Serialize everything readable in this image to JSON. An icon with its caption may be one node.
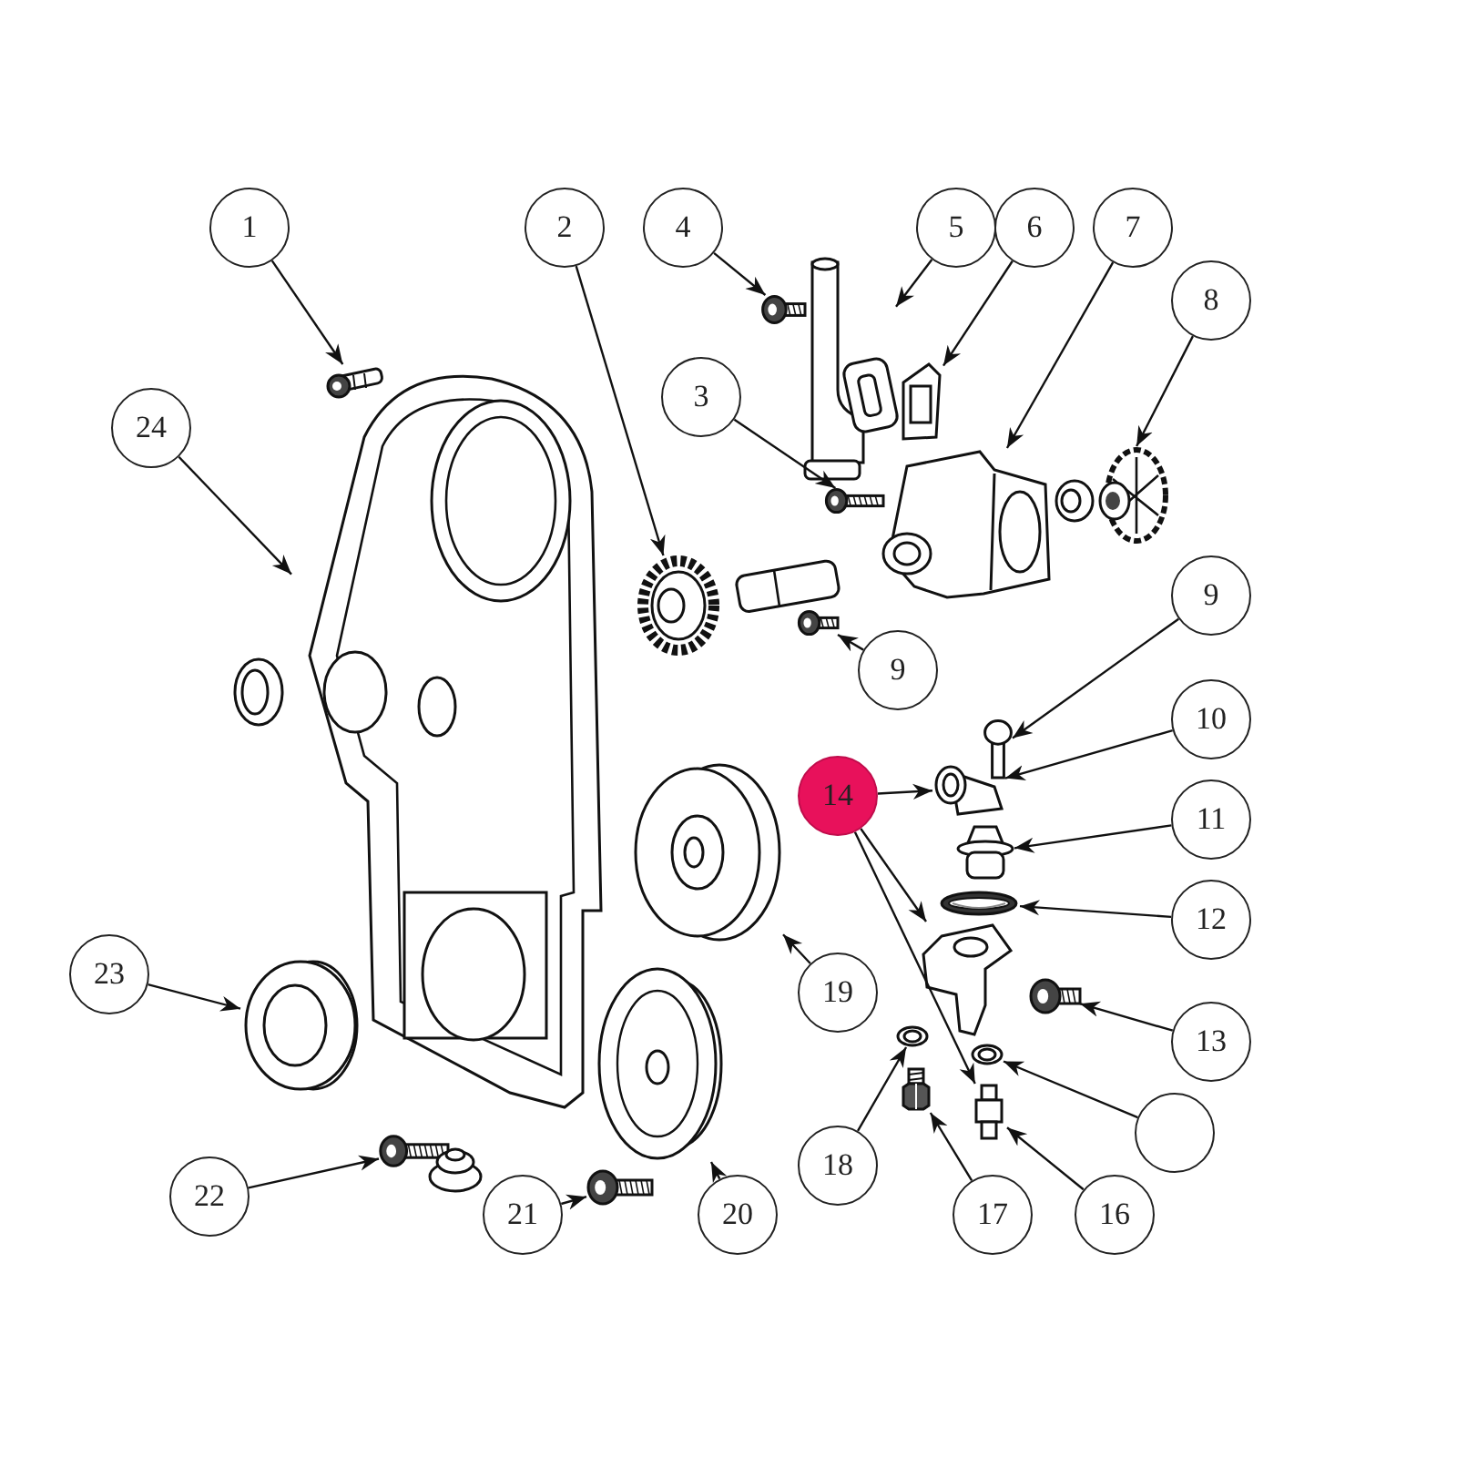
{
  "diagram": {
    "nodes": [
      {
        "text": [
          "1"
        ]
      },
      {
        "text": [
          "2"
        ]
      },
      {
        "text": [
          "4"
        ]
      },
      {
        "text": [
          "5"
        ]
      },
      {
        "text": [
          "6"
        ]
      },
      {
        "text": [
          "7"
        ]
      },
      {
        "text": [
          "8"
        ]
      },
      {
        "text": [
          "3"
        ]
      },
      {
        "text": [
          "24"
        ]
      },
      {
        "text": [
          "9"
        ]
      },
      {
        "text": [
          "9"
        ]
      },
      {
        "text": [
          "10"
        ]
      },
      {
        "text": [
          "11"
        ]
      },
      {
        "text": [
          "12"
        ]
      },
      {
        "text": [
          "13"
        ]
      },
      {
        "text": [
          "14"
        ]
      },
      {
        "text": [
          "19"
        ]
      },
      {
        "text": [
          "23"
        ]
      },
      {
        "text": [
          "22"
        ]
      },
      {
        "text": [
          "21"
        ]
      },
      {
        "text": [
          "20"
        ]
      },
      {
        "text": [
          "18"
        ]
      },
      {
        "text": [
          "17"
        ]
      },
      {
        "text": [
          "16"
        ]
      },
      {
        "text": [],
        "shape": "circle"
      },
      {
        "text": [],
        "shape": "picture"
      },
      {
        "text": [],
        "shape": "picture"
      },
      {
        "text": [],
        "shape": "picture"
      },
      {
        "text": [],
        "shape": "picture"
      },
      {
        "text": [],
        "shape": "picture"
      },
      {
        "text": [],
        "shape": "picture"
      },
      {
        "text": [],
        "shape": "picture"
      },
      {
        "text": [],
        "shape": "picture"
      },
      {
        "text": [],
        "shape": "picture"
      },
      {
        "text": [],
        "shape": "picture"
      },
      {
        "text": [],
        "shape": "picture"
      },
      {
        "text": [],
        "shape": "picture"
      },
      {
        "text": [],
        "shape": "picture"
      },
      {
        "text": [],
        "shape": "picture"
      },
      {
        "text": [],
        "shape": "picture"
      },
      {
        "text": [],
        "shape": "picture"
      },
      {
        "text": [],
        "shape": "picture"
      },
      {
        "text": [],
        "shape": "picture"
      },
      {
        "text": [],
        "shape": "picture"
      },
      {
        "text": [],
        "shape": "picture"
      },
      {
        "text": [],
        "shape": "picture"
      },
      {
        "text": [],
        "shape": "picture"
      },
      {
        "text": [],
        "shape": "picture"
      },
      {
        "text": [],
        "shape": "picture"
      },
      {
        "text": [],
        "shape": "picture"
      }
    ],
    "edges": [
      {
        "from": 0,
        "to": 25,
        "arrow": "to"
      },
      {
        "from": 1,
        "to": 26,
        "arrow": "to"
      },
      {
        "from": 2,
        "to": 27,
        "arrow": "to"
      },
      {
        "from": 3,
        "to": 28,
        "arrow": "to"
      },
      {
        "from": 4,
        "to": 29,
        "arrow": "to"
      },
      {
        "from": 5,
        "to": 30,
        "arrow": "to"
      },
      {
        "from": 6,
        "to": 31,
        "arrow": "to"
      },
      {
        "from": 7,
        "to": 32,
        "arrow": "to"
      },
      {
        "from": 8,
        "to": 33,
        "arrow": "to"
      },
      {
        "from": 9,
        "to": 34,
        "arrow": "to"
      },
      {
        "from": 10,
        "to": 35,
        "arrow": "to"
      },
      {
        "from": 11,
        "to": 36,
        "arrow": "to"
      },
      {
        "from": 12,
        "to": 37,
        "arrow": "to"
      },
      {
        "from": 13,
        "to": 38,
        "arrow": "to"
      },
      {
        "from": 14,
        "to": 39,
        "arrow": "to"
      },
      {
        "from": 15,
        "to": 36,
        "arrow": "to"
      },
      {
        "from": 15,
        "to": 40,
        "arrow": "to"
      },
      {
        "from": 15,
        "to": 48,
        "arrow": "to"
      },
      {
        "from": 16,
        "to": 41,
        "arrow": "to"
      },
      {
        "from": 17,
        "to": 42,
        "arrow": "to"
      },
      {
        "from": 18,
        "to": 43,
        "arrow": "to"
      },
      {
        "from": 19,
        "to": 44,
        "arrow": "to"
      },
      {
        "from": 20,
        "to": 45,
        "arrow": "to"
      },
      {
        "from": 21,
        "to": 46,
        "arrow": "to"
      },
      {
        "from": 22,
        "to": 47,
        "arrow": "to"
      },
      {
        "from": 23,
        "to": 48,
        "arrow": "to"
      },
      {
        "from": 24,
        "to": 49,
        "arrow": "to"
      }
    ]
  }
}
